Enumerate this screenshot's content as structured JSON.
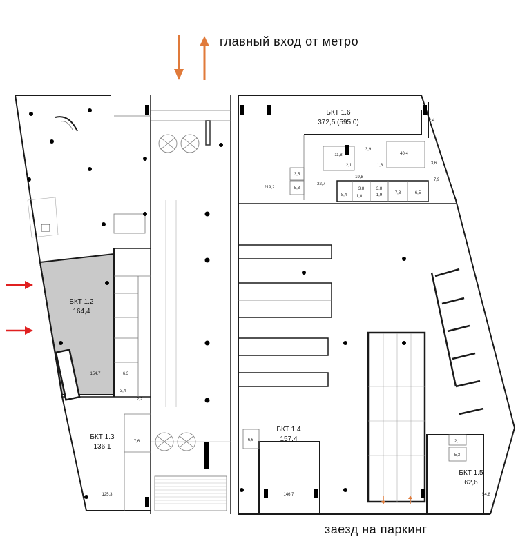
{
  "header": {
    "entrance_label": "главный вход от метро"
  },
  "footer": {
    "parking_label": "заезд на паркинг"
  },
  "colors": {
    "entrance_arrows": "#e07a3a",
    "side_arrows": "#e02020",
    "highlight_unit": "#c9c9c9",
    "walls": "#1a1a1a"
  },
  "units": {
    "bkt_1_2": {
      "name": "БКТ 1.2",
      "area": "164,4"
    },
    "bkt_1_3": {
      "name": "БКТ 1.3",
      "area": "136,1"
    },
    "bkt_1_4": {
      "name": "БКТ 1.4",
      "area": "157,4"
    },
    "bkt_1_5": {
      "name": "БКТ 1.5",
      "area": "62,6"
    },
    "bkt_1_6": {
      "name": "БКТ 1.6",
      "area": "372,5 (595,0)"
    }
  },
  "room_numbers": {
    "r_154_7": "154,7",
    "r_6_3": "6,3",
    "r_3_4": "3,4",
    "r_2_2": "2,2",
    "r_7_6": "7,6",
    "r_125_3": "125,3",
    "r_6_6": "6,6",
    "r_146_7": "146,7",
    "r_2_1": "2,1",
    "r_5_3": "5,3",
    "r_54_8": "54,8",
    "r_11_8": "11,8",
    "r_40_4": "40,4",
    "r_2_4": "2,4",
    "r_3_9": "3,9",
    "r_3_6": "3,6",
    "r_2_1b": "2,1",
    "r_1_8": "1,8",
    "r_3_5": "3,5",
    "r_19_8": "19,8",
    "r_219_2": "219,2",
    "r_5_3b": "5,3",
    "r_22_7": "22,7",
    "r_3_8": "3,8",
    "r_3_8b": "3,8",
    "r_1_9": "1,9",
    "r_7_8": "7,8",
    "r_6_5": "6,5",
    "r_7_9": "7,9",
    "r_8_4": "8,4",
    "r_1_0": "1,0"
  }
}
